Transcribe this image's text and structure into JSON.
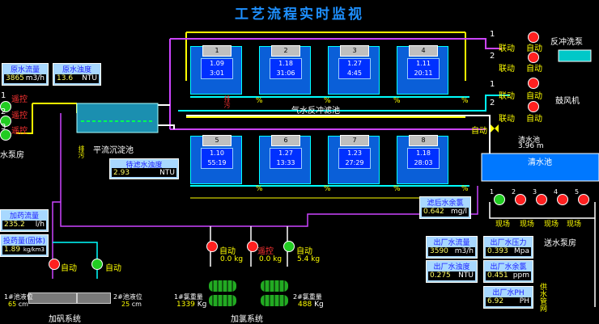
{
  "title": "工艺流程实时监视",
  "raw": {
    "flow_label": "原水流量",
    "flow_value": "3865",
    "flow_unit": "m3/h",
    "turb_label": "原水浊度",
    "turb_value": "13.6",
    "turb_unit": "NTU"
  },
  "left": {
    "remote1": "遥控",
    "remote2": "遥控",
    "remote3": "遥控",
    "n1": "1",
    "n2": "2",
    "n3": "3",
    "pump_house": "水泵房"
  },
  "sed": {
    "label": "平流沉淀池",
    "out_turb_label": "待滤水浊度",
    "out_turb_value": "2.93",
    "out_turb_unit": "NTU",
    "drain": "排污"
  },
  "filters": {
    "label": "气水反冲滤池",
    "top": [
      {
        "id": "1",
        "v1": "1.09",
        "v2": "3:01"
      },
      {
        "id": "2",
        "v1": "1.18",
        "v2": "31:06"
      },
      {
        "id": "3",
        "v1": "1.27",
        "v2": "4:45"
      },
      {
        "id": "4",
        "v1": "1.11",
        "v2": "20:11"
      }
    ],
    "bottom": [
      {
        "id": "5",
        "v1": "1.10",
        "v2": "55:19"
      },
      {
        "id": "6",
        "v1": "1.27",
        "v2": "13:33"
      },
      {
        "id": "7",
        "v1": "1.23",
        "v2": "27:29"
      },
      {
        "id": "8",
        "v1": "1.18",
        "v2": "28:03"
      }
    ],
    "pct": "%",
    "drain": "排污"
  },
  "backwash": {
    "label": "反冲洗泵",
    "linkage": "联动",
    "auto": "自动",
    "n1": "1",
    "n2": "2"
  },
  "blower": {
    "label": "鼓风机",
    "linkage": "联动",
    "auto": "自动",
    "n1": "1",
    "n2": "2"
  },
  "valve_auto": "自动",
  "clear": {
    "label_top": "清水池",
    "level": "3.96",
    "level_unit": "m",
    "label": "清水池"
  },
  "after_filter": {
    "label": "滤后水余氯",
    "value": "0.642",
    "unit": "mg/l"
  },
  "outlet": {
    "flow_label": "出厂水流量",
    "flow_value": "3590",
    "flow_unit": "m3/h",
    "press_label": "出厂水压力",
    "press_value": "0.393",
    "press_unit": "Mpa",
    "turb_label": "出厂水浊度",
    "turb_value": "0.275",
    "turb_unit": "NTU",
    "cl_label": "出厂水余氯",
    "cl_value": "0.451",
    "cl_unit": "ppm",
    "ph_label": "出厂水PH",
    "ph_value": "6.92",
    "ph_unit": "PH",
    "network": "供水管网"
  },
  "supply": {
    "label": "送水泵房",
    "onsite": "现场",
    "n1": "1",
    "n2": "2",
    "n3": "3",
    "n4": "4",
    "n5": "5"
  },
  "dosing": {
    "rate_label": "加药流量",
    "rate_value": "235.2",
    "rate_unit": "l/h",
    "amount_label": "投药量(固体)",
    "amount_value": "1.89",
    "amount_unit": "kg/km3",
    "auto": "自动",
    "tank1_label": "1#池液位",
    "tank1_value": "65",
    "tank1_unit": "cm",
    "tank2_label": "2#池液位",
    "tank2_value": "25",
    "tank2_unit": "cm",
    "system": "加矾系统"
  },
  "chlorine": {
    "auto": "自动",
    "remote": "遥控",
    "v1": "0.0",
    "v2": "0.0",
    "v3": "5.4",
    "unit": "kg",
    "w1_label": "1#氯重量",
    "w1_value": "1339",
    "w1_unit": "Kg",
    "w2_label": "2#氯重量",
    "w2_value": "488",
    "w2_unit": "Kg",
    "system": "加氯系统"
  }
}
